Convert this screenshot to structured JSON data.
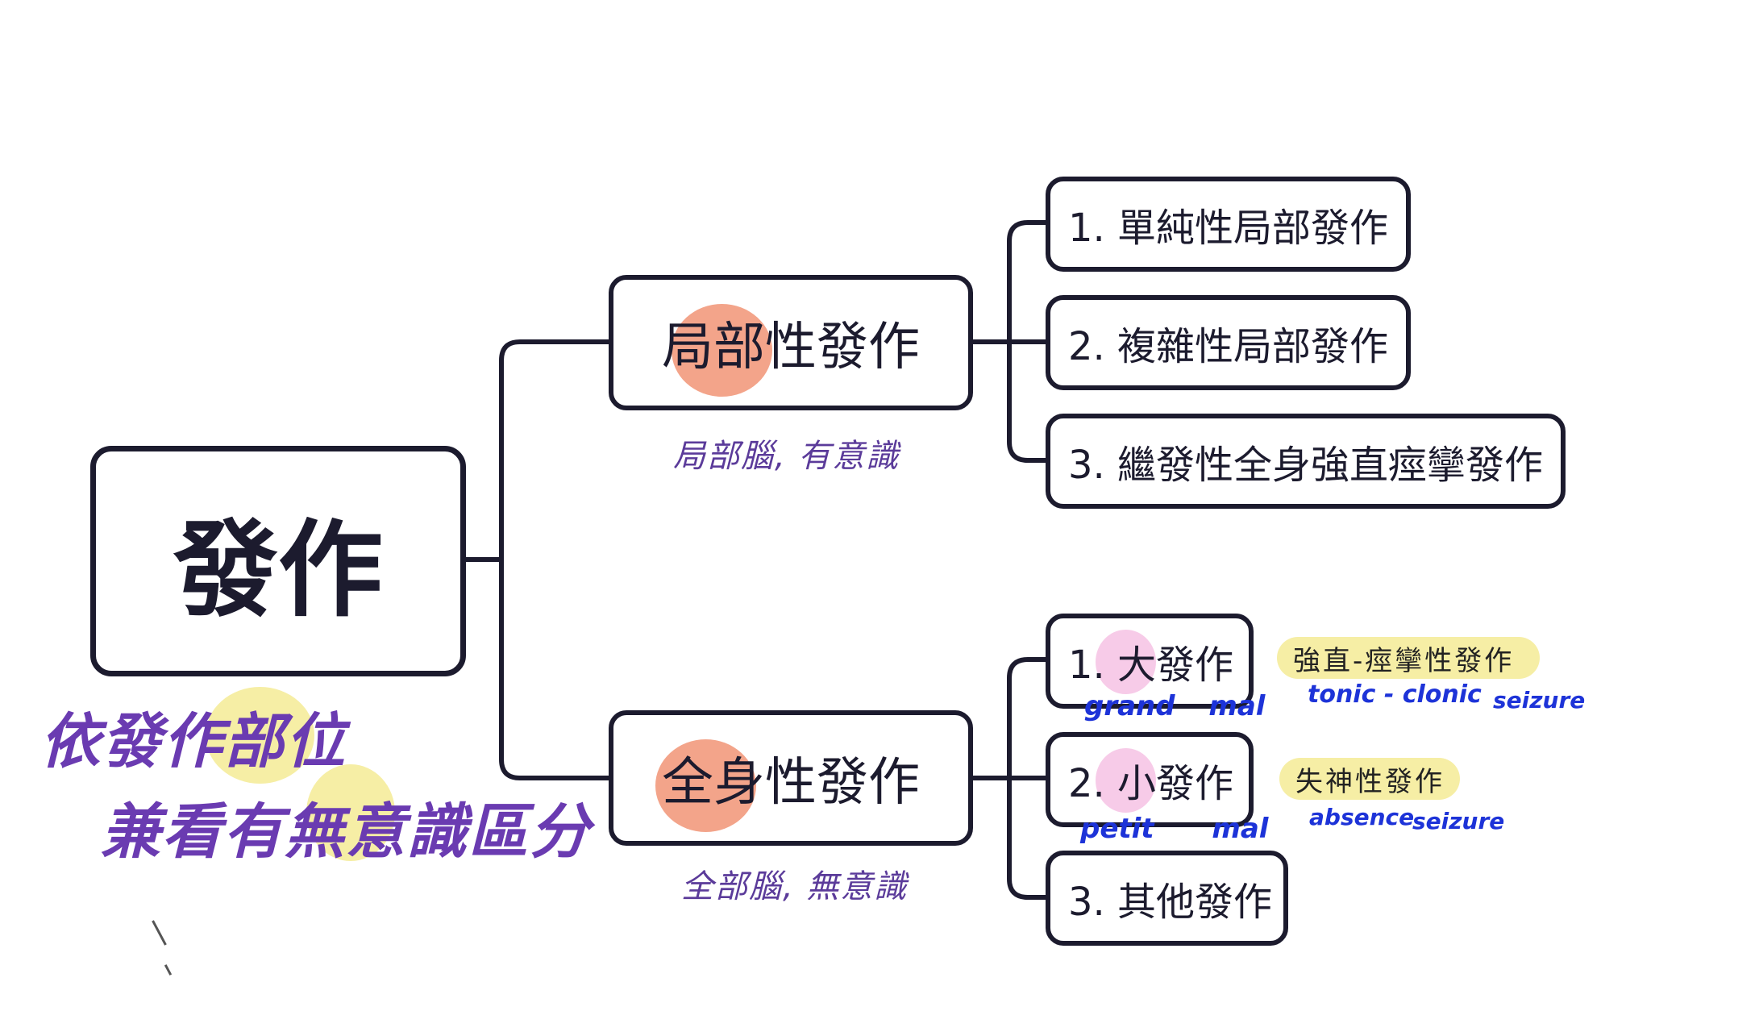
{
  "root": {
    "label": "發作"
  },
  "branches": {
    "partial": {
      "label": "局部性發作",
      "note": "局部腦, 有意識",
      "items": [
        {
          "label": "1. 單純性局部發作"
        },
        {
          "label": "2. 複雜性局部發作"
        },
        {
          "label": "3. 繼發性全身強直痙攣發作"
        }
      ]
    },
    "general": {
      "label": "全身性發作",
      "note": "全部腦, 無意識",
      "items": [
        {
          "label": "1. 大發作",
          "note": "grand mal",
          "side_note": "強直-痙攣性發作",
          "side_note_en": "tonic - clonic",
          "side_note_en2": "seizure"
        },
        {
          "label": "2. 小發作",
          "note": "petit mal",
          "side_note": "失神性發作",
          "side_note_en": "absence",
          "side_note_en2": "seizure"
        },
        {
          "label": "3. 其他發作"
        }
      ]
    }
  },
  "annotation": {
    "line1": "依發作部位",
    "line2": "兼看有無意識區分"
  },
  "colors": {
    "border": "#1c1b2e",
    "highlight_salmon": "#f3a48a",
    "highlight_pink": "#f7cbe8",
    "highlight_yellow": "#f6eea5",
    "note_purple": "#5b3b9a",
    "note_blue": "#1d33d8"
  }
}
